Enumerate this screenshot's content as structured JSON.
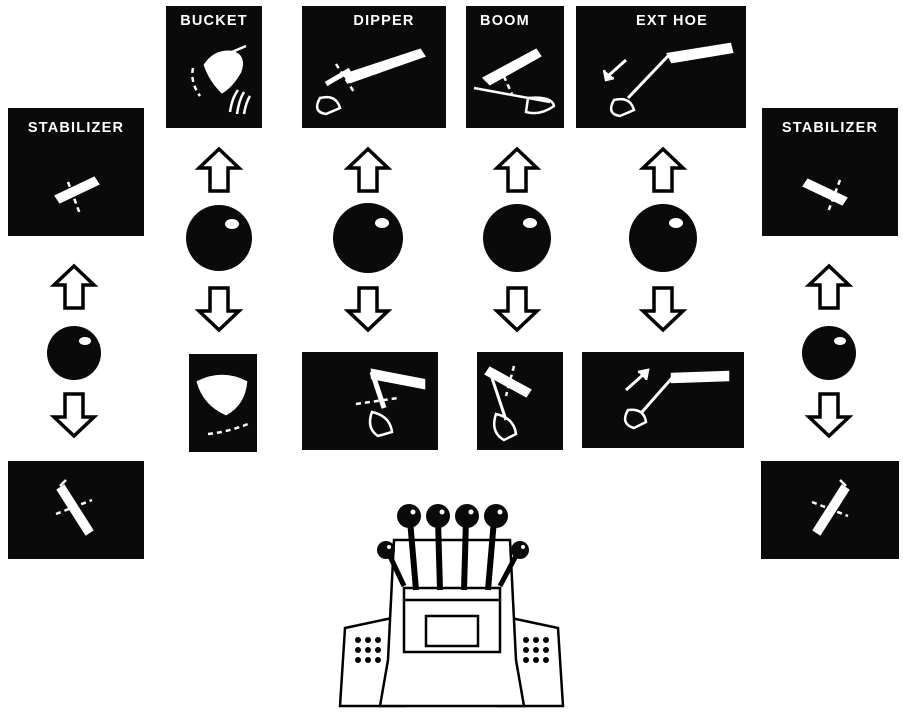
{
  "panels": {
    "stabilizer_left": {
      "label": "STABILIZER"
    },
    "bucket": {
      "label": "BUCKET"
    },
    "dipper": {
      "label": "DIPPER"
    },
    "boom": {
      "label": "BOOM"
    },
    "ext_hoe": {
      "label": "EXT  HOE"
    },
    "stabilizer_right": {
      "label": "STABILIZER"
    }
  },
  "colors": {
    "panel": "#0a0a0a",
    "line": "#000000",
    "background": "#ffffff"
  },
  "icons": [
    "arrow-up-icon",
    "arrow-down-icon",
    "joystick-knob-icon",
    "control-console-icon"
  ]
}
